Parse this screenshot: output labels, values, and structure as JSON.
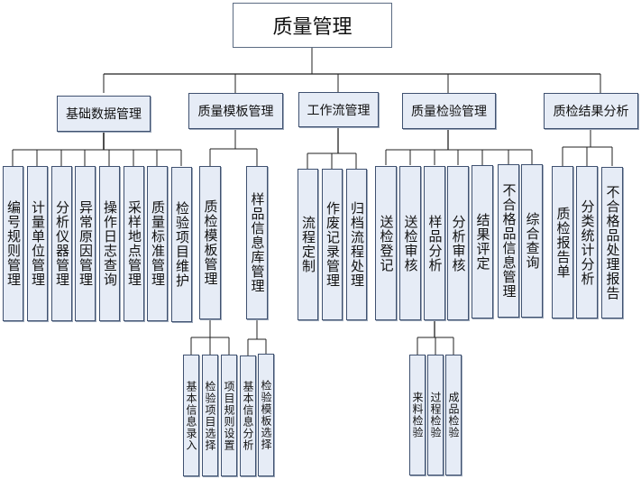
{
  "root": {
    "label": "质量管理"
  },
  "modules": [
    {
      "label": "基础数据管理",
      "children": [
        {
          "label": "编号规则管理"
        },
        {
          "label": "计量单位管理"
        },
        {
          "label": "分析仪器管理"
        },
        {
          "label": "异常原因管理"
        },
        {
          "label": "操作日志查询"
        },
        {
          "label": "采样地点管理"
        },
        {
          "label": "质量标准管理"
        },
        {
          "label": "检验项目维护"
        }
      ]
    },
    {
      "label": "质量模板管理",
      "children": [
        {
          "label": "质检模板管理",
          "children": [
            {
              "label": "基本信息录入"
            },
            {
              "label": "检验项目选择"
            },
            {
              "label": "项目规则设置"
            }
          ]
        },
        {
          "label": "样品信息库管理",
          "children": [
            {
              "label": "基本信息分析"
            },
            {
              "label": "检验模板选择"
            }
          ]
        }
      ]
    },
    {
      "label": "工作流管理",
      "children": [
        {
          "label": "流程定制"
        },
        {
          "label": "作废记录管理"
        },
        {
          "label": "归档流程处理"
        }
      ]
    },
    {
      "label": "质量检验管理",
      "children": [
        {
          "label": "送检登记"
        },
        {
          "label": "送检审核"
        },
        {
          "label": "样品分析",
          "children": [
            {
              "label": "来料检验"
            },
            {
              "label": "过程检验"
            },
            {
              "label": "成品检验"
            }
          ]
        },
        {
          "label": "分析审核"
        },
        {
          "label": "结果评定"
        },
        {
          "label": "不合格品信息管理"
        },
        {
          "label": "综合查询"
        }
      ]
    },
    {
      "label": "质检结果分析",
      "children": [
        {
          "label": "质检报告单"
        },
        {
          "label": "分类统计分析"
        },
        {
          "label": "不合格品处理报告"
        }
      ]
    }
  ]
}
